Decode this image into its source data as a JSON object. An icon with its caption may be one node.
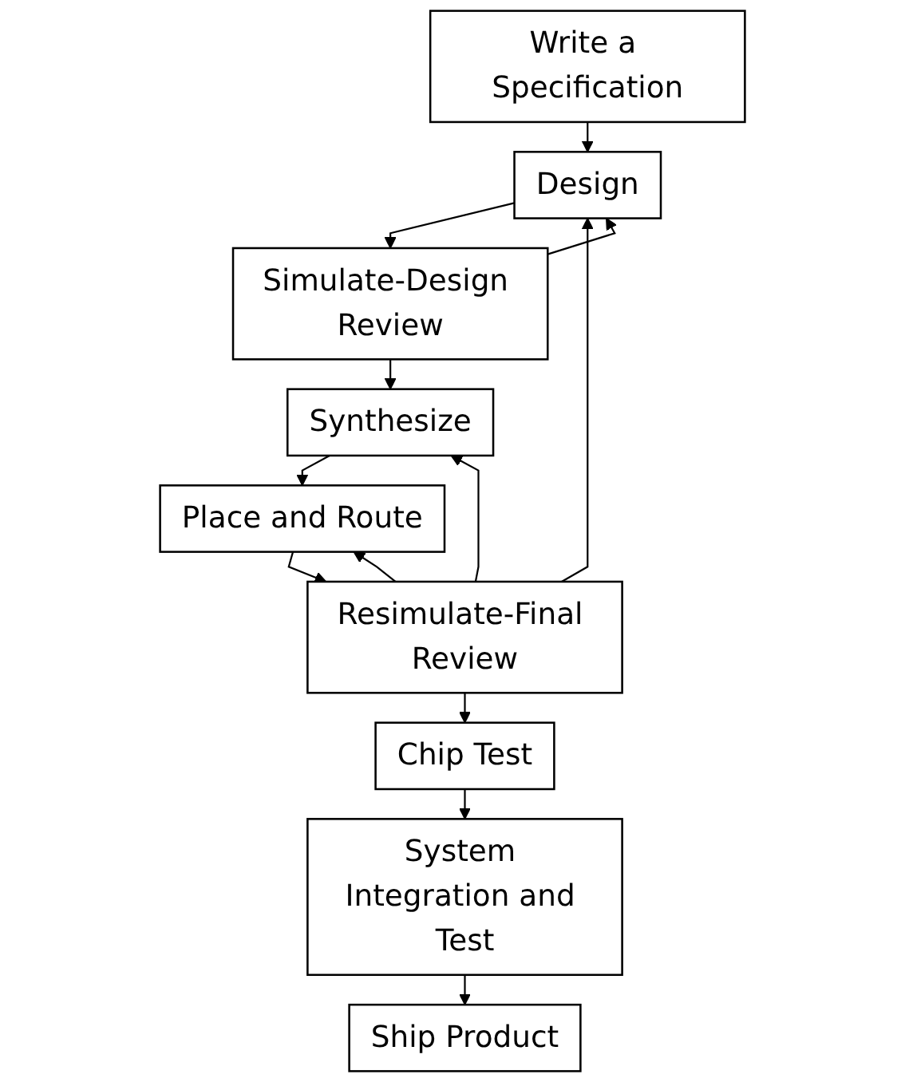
{
  "diagram": {
    "nodes": [
      {
        "text": [
          "Write a Specification"
        ]
      },
      {
        "text": [
          "Design"
        ]
      },
      {
        "text": [
          "Simulate-Design Review"
        ]
      },
      {
        "text": [
          "Synthesize"
        ]
      },
      {
        "text": [
          "Place and Route"
        ]
      },
      {
        "text": [
          "Resimulate-Final Review"
        ]
      },
      {
        "text": [
          "Chip Test"
        ]
      },
      {
        "text": [
          "System Integration and Test"
        ]
      },
      {
        "text": [
          "Ship Product"
        ]
      }
    ],
    "edges": [
      {
        "from": 0,
        "to": 1,
        "arrow": "to"
      },
      {
        "from": 1,
        "to": 2,
        "arrow": "to"
      },
      {
        "from": 2,
        "to": 3,
        "arrow": "to"
      },
      {
        "from": 3,
        "to": 4,
        "arrow": "to"
      },
      {
        "from": 4,
        "to": 5,
        "arrow": "to"
      },
      {
        "from": 5,
        "to": 6,
        "arrow": "to"
      },
      {
        "from": 6,
        "to": 7,
        "arrow": "to"
      },
      {
        "from": 7,
        "to": 8,
        "arrow": "to"
      },
      {
        "from": 2,
        "to": 1,
        "arrow": "to"
      },
      {
        "from": 5,
        "to": 1,
        "arrow": "to"
      },
      {
        "from": 5,
        "to": 3,
        "arrow": "to"
      },
      {
        "from": 5,
        "to": 4,
        "arrow": "to"
      }
    ]
  }
}
